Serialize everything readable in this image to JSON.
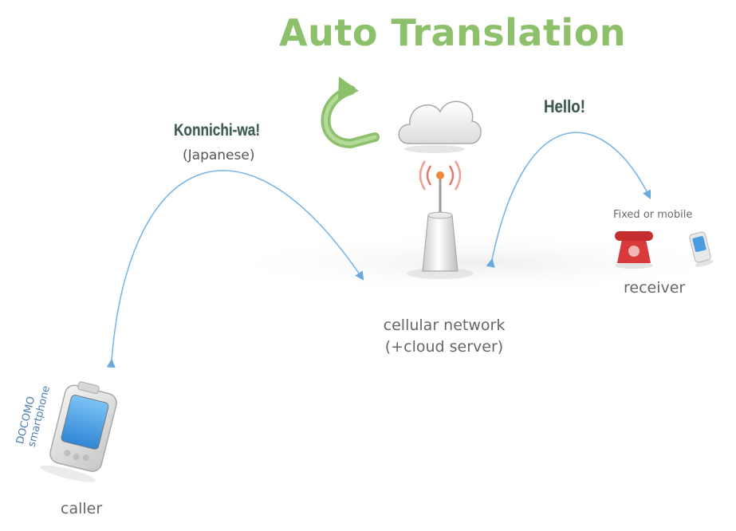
{
  "title": "Auto Translation",
  "caller_message": {
    "text": "Konnichi-wa!",
    "language": "(Japanese)"
  },
  "receiver_message": {
    "text": "Hello!"
  },
  "receiver": {
    "caption": "Fixed or mobile",
    "label": "receiver"
  },
  "network": {
    "line1": "cellular network",
    "line2": "(+cloud server)"
  },
  "caller": {
    "label": "caller",
    "phone_brand": "DOCOMO",
    "phone_type": "smartphone"
  },
  "colors": {
    "title": "#8cc06a",
    "arrow": "#7ab6e8",
    "message": "#3f5a50",
    "label": "#666666",
    "phone_blue": "#4a9be0",
    "landline_red": "#d8393a"
  },
  "icons": [
    "refresh-arrow-icon",
    "cloud-icon",
    "cell-tower-icon",
    "landline-phone-icon",
    "mobile-phone-icon",
    "smartphone-icon"
  ]
}
